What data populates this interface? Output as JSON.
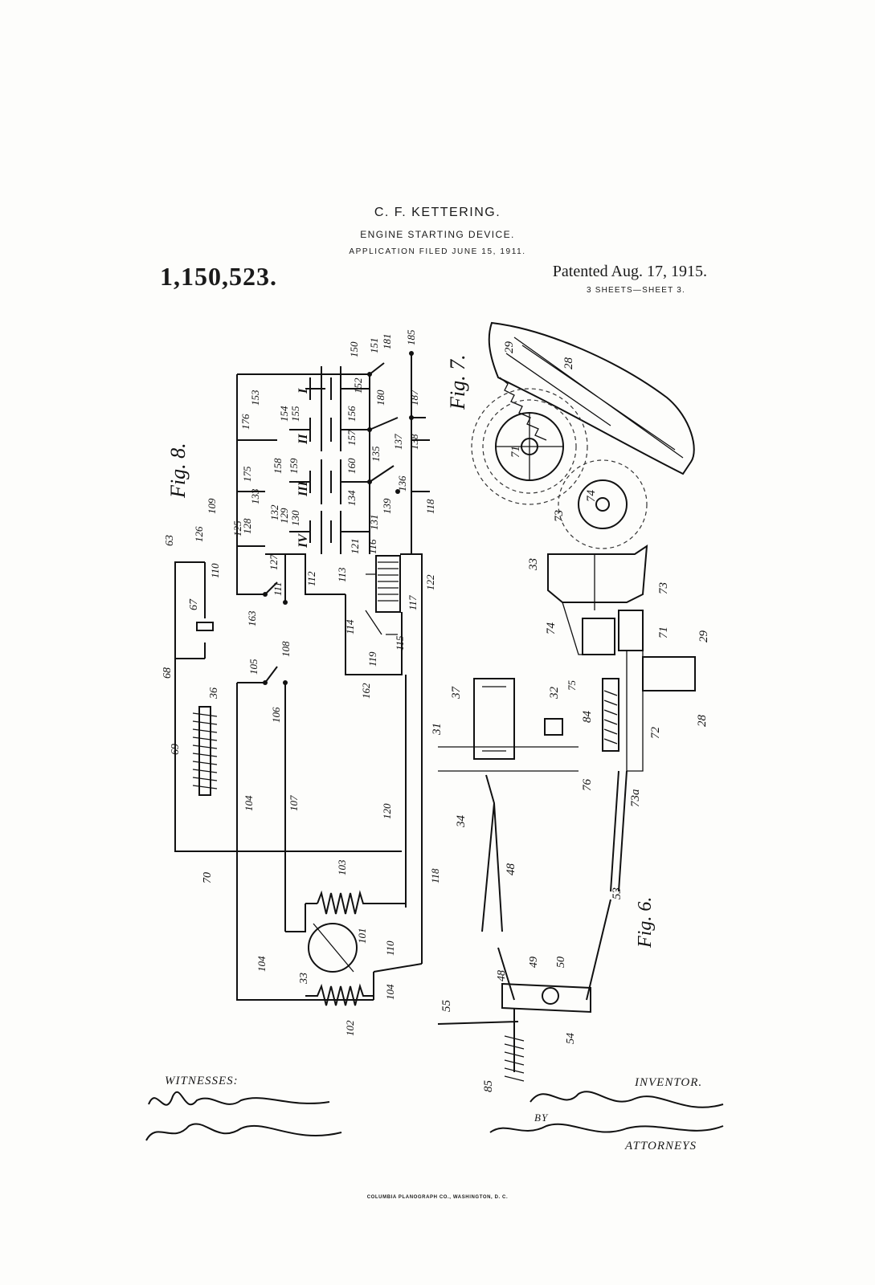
{
  "header": {
    "inventor_name": "C. F. KETTERING.",
    "title": "ENGINE STARTING DEVICE.",
    "application_filed": "APPLICATION FILED JUNE 15, 1911.",
    "patent_number": "1,150,523.",
    "patented_date": "Patented Aug. 17, 1915.",
    "sheets": "3 SHEETS—SHEET 3."
  },
  "figures": {
    "fig8_label": "Fig. 8.",
    "fig7_label": "Fig. 7.",
    "fig6_label": "Fig. 6."
  },
  "fig8_numerals": {
    "n150": "150",
    "n151": "151",
    "n181": "181",
    "n185": "185",
    "n152": "152",
    "n153": "153",
    "n176": "176",
    "n154": "154",
    "n155": "155",
    "n156": "156",
    "n180": "180",
    "n187": "187",
    "n157": "157",
    "n137": "137",
    "n138": "138",
    "n175": "175",
    "n158": "158",
    "n159": "159",
    "n160": "160",
    "n135": "135",
    "n136": "136",
    "n133": "133",
    "n132": "132",
    "n129": "129",
    "n130": "130",
    "n134": "134",
    "n139": "139",
    "n118a": "118",
    "n109": "109",
    "n125": "125",
    "n128": "128",
    "n126": "126",
    "n63": "63",
    "n131": "131",
    "n121": "121",
    "n116": "116",
    "n110a": "110",
    "n127": "127",
    "n112": "112",
    "n113": "113",
    "n111": "111",
    "n122": "122",
    "n117": "117",
    "n67": "67",
    "n163": "163",
    "n114": "114",
    "n119": "119",
    "n115": "115",
    "n68": "68",
    "n105": "105",
    "n108": "108",
    "n36": "36",
    "n106": "106",
    "n162": "162",
    "n69": "69",
    "n104a": "104",
    "n107": "107",
    "n120": "120",
    "n70": "70",
    "n118b": "118",
    "n103": "103",
    "n101": "101",
    "n33a": "33",
    "n110b": "110",
    "n104b": "104",
    "n104c": "104",
    "n102": "102",
    "roman_I": "I",
    "roman_II": "II",
    "roman_III": "III",
    "roman_IV": "IV"
  },
  "fig7_numerals": {
    "n29": "29",
    "n28": "28",
    "n71": "71",
    "n74": "74",
    "n73": "73"
  },
  "fig6_numerals": {
    "n33": "33",
    "n73": "73",
    "n74": "74",
    "n71": "71",
    "n29": "29",
    "n37": "37",
    "n32": "32",
    "n75": "75",
    "n84": "84",
    "n28": "28",
    "n31": "31",
    "n72": "72",
    "n34": "34",
    "n76": "76",
    "n73a": "73a",
    "n48a": "48",
    "n53": "53",
    "n49": "49",
    "n50": "50",
    "n48b": "48",
    "n55": "55",
    "n54": "54",
    "n85": "85"
  },
  "footer_block": {
    "witnesses_label": "WITNESSES:",
    "inventor_label": "INVENTOR.",
    "by_label": "BY",
    "attorneys_label": "ATTORNEYS",
    "printer": "COLUMBIA PLANOGRAPH CO., WASHINGTON, D. C.",
    "witness_signature_1": "Walter W. Riedel",
    "witness_signature_2": "Robt. S. DeHarr",
    "inventor_signature": "Charles F. Kettering",
    "attorneys_signature": "Kerr, Page, Cooper & Hayward"
  }
}
